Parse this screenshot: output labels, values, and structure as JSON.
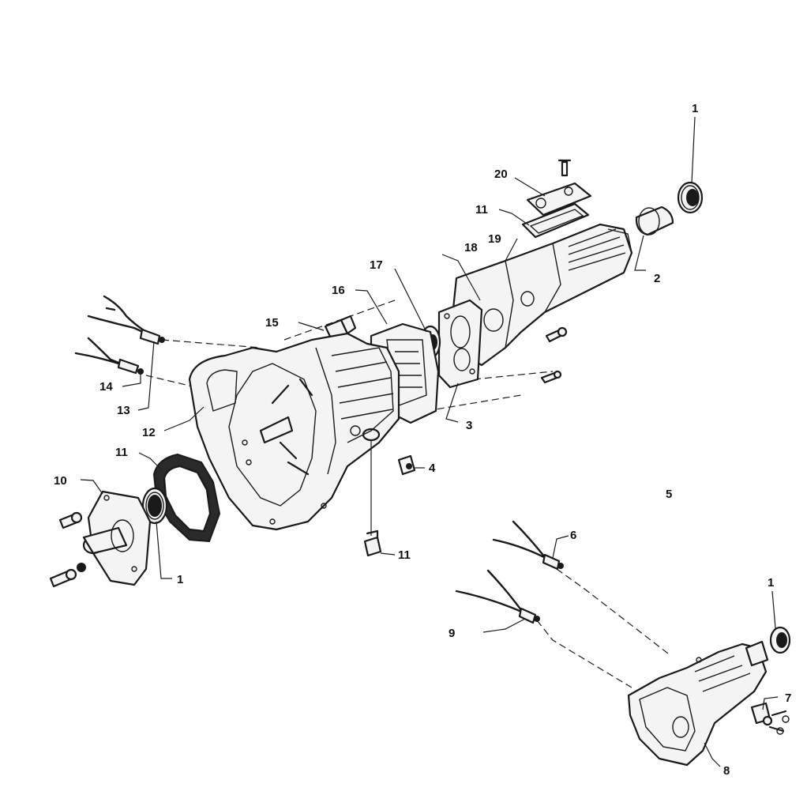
{
  "callouts": {
    "c1_top": "1",
    "c2": "2",
    "c3": "3",
    "c4": "4",
    "c5": "5",
    "c6": "6",
    "c7": "7",
    "c8": "8",
    "c9": "9",
    "c10": "10",
    "c11_gasket": "11",
    "c11_cover": "11",
    "c11_bottom": "11",
    "c12": "12",
    "c13": "13",
    "c14": "14",
    "c15": "15",
    "c16": "16",
    "c17": "17",
    "c18": "18",
    "c19": "19",
    "c20": "20",
    "c1_front": "1",
    "c1_right": "1"
  }
}
